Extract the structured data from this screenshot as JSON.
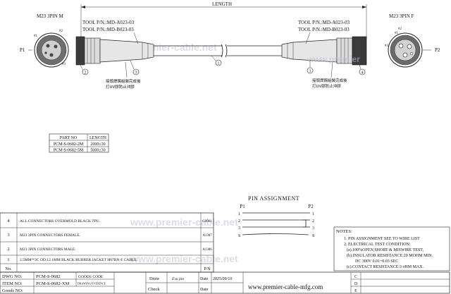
{
  "dimension": {
    "length_label": "LENGTH"
  },
  "left_connector": {
    "title": "M23 3PIN M",
    "end_label": "P1",
    "pin_labels": [
      "#1",
      "#2",
      "#3"
    ],
    "tool_pn_1": "TOOL P/N.:MD-A023-03",
    "tool_pn_2": "TOOL P/N.:MD-B023-03",
    "note_line_1": "接頭焊錫組裝完成後",
    "note_line_2": "打UV膠防止沖膠",
    "balloons": [
      "2",
      "3"
    ]
  },
  "right_connector": {
    "title": "M23 3PIN F",
    "end_label": "P2",
    "pin_labels": [
      "#1",
      "#2",
      "#3"
    ],
    "tool_pn_1": "TOOL P/N.:MD-A023-03",
    "tool_pn_2": "TOOL P/N.:MD-B023-03",
    "note_line_1": "接頭焊錫組裝完成後",
    "note_line_2": "打UV膠防止沖膠",
    "balloons": [
      "3",
      "4"
    ]
  },
  "cable": {
    "balloon": "1"
  },
  "watermark": {
    "top": "www.premier-cable.net",
    "bom_1": "www.premier-cable.net",
    "bom_2": "www.premier-cable.net",
    "footer_url": "www.premier-cable-mfg.com"
  },
  "part_table": {
    "headers": [
      "PART NO",
      "LENGTH"
    ],
    "rows": [
      [
        "PCM-S-0682-2M",
        "2000±30"
      ],
      [
        "PCM-S-0682-5M",
        "5000±30"
      ]
    ]
  },
  "pin_assignment": {
    "title": "PIN ASSIGNMENT",
    "left_header": "P1",
    "right_header": "P2",
    "pins": [
      "1",
      "2",
      "3",
      "S"
    ]
  },
  "bom": {
    "rows": [
      {
        "no": "4",
        "desc": "ALL CONNECTORS OVERMOLD BLACK TPU.",
        "pn": "G0061"
      },
      {
        "no": "3",
        "desc": "M23 3PIN CONNECTORS FEMALE.",
        "pn": "A1387"
      },
      {
        "no": "2",
        "desc": "M23 3PIN CONNECTORS MALE.",
        "pn": "A1386"
      },
      {
        "no": "1",
        "desc": "2.5MM²*3C OD:12.1MM BLACK RUBBER JACKET H07RN-F CABLE.",
        "pn": ""
      }
    ],
    "header_no": "No.",
    "header_pn": "P/N"
  },
  "notes": {
    "title": "NOTES:",
    "lines": [
      "1. PIN ASSIGNMENT SEE TO WIRE LIST",
      "2. ELECTRICAL TEST CONDITION:",
      "(a).100%OPEN,SHORT & MISWIRE TEST,",
      "(b).INSULATOR RESISTANCE:20 MOHM MIN.",
      "DC 300V 0.01~0.03 SEC",
      "(c).CONTACT RESISTANCE:3 oHM MAX."
    ]
  },
  "title_block": {
    "dwg_label": "DWG NO:",
    "dwg_value": "PCM-S-0682",
    "goods_code_label": "GOODS CODE",
    "item_label": "ITEM NO:",
    "item_value": "PCM-S-0682-XM",
    "drawing_evidence_label": "DRAWING EVIDENCE",
    "goods_no_label": "Goods NO:",
    "draw_label": "Draw",
    "draw_sign": "Eva jim",
    "check_label": "Check",
    "date_label_1": "Date",
    "date_value": "2025/09/10",
    "date_label_2": "Date",
    "rev_letters": [
      "C",
      "D",
      "E"
    ]
  }
}
